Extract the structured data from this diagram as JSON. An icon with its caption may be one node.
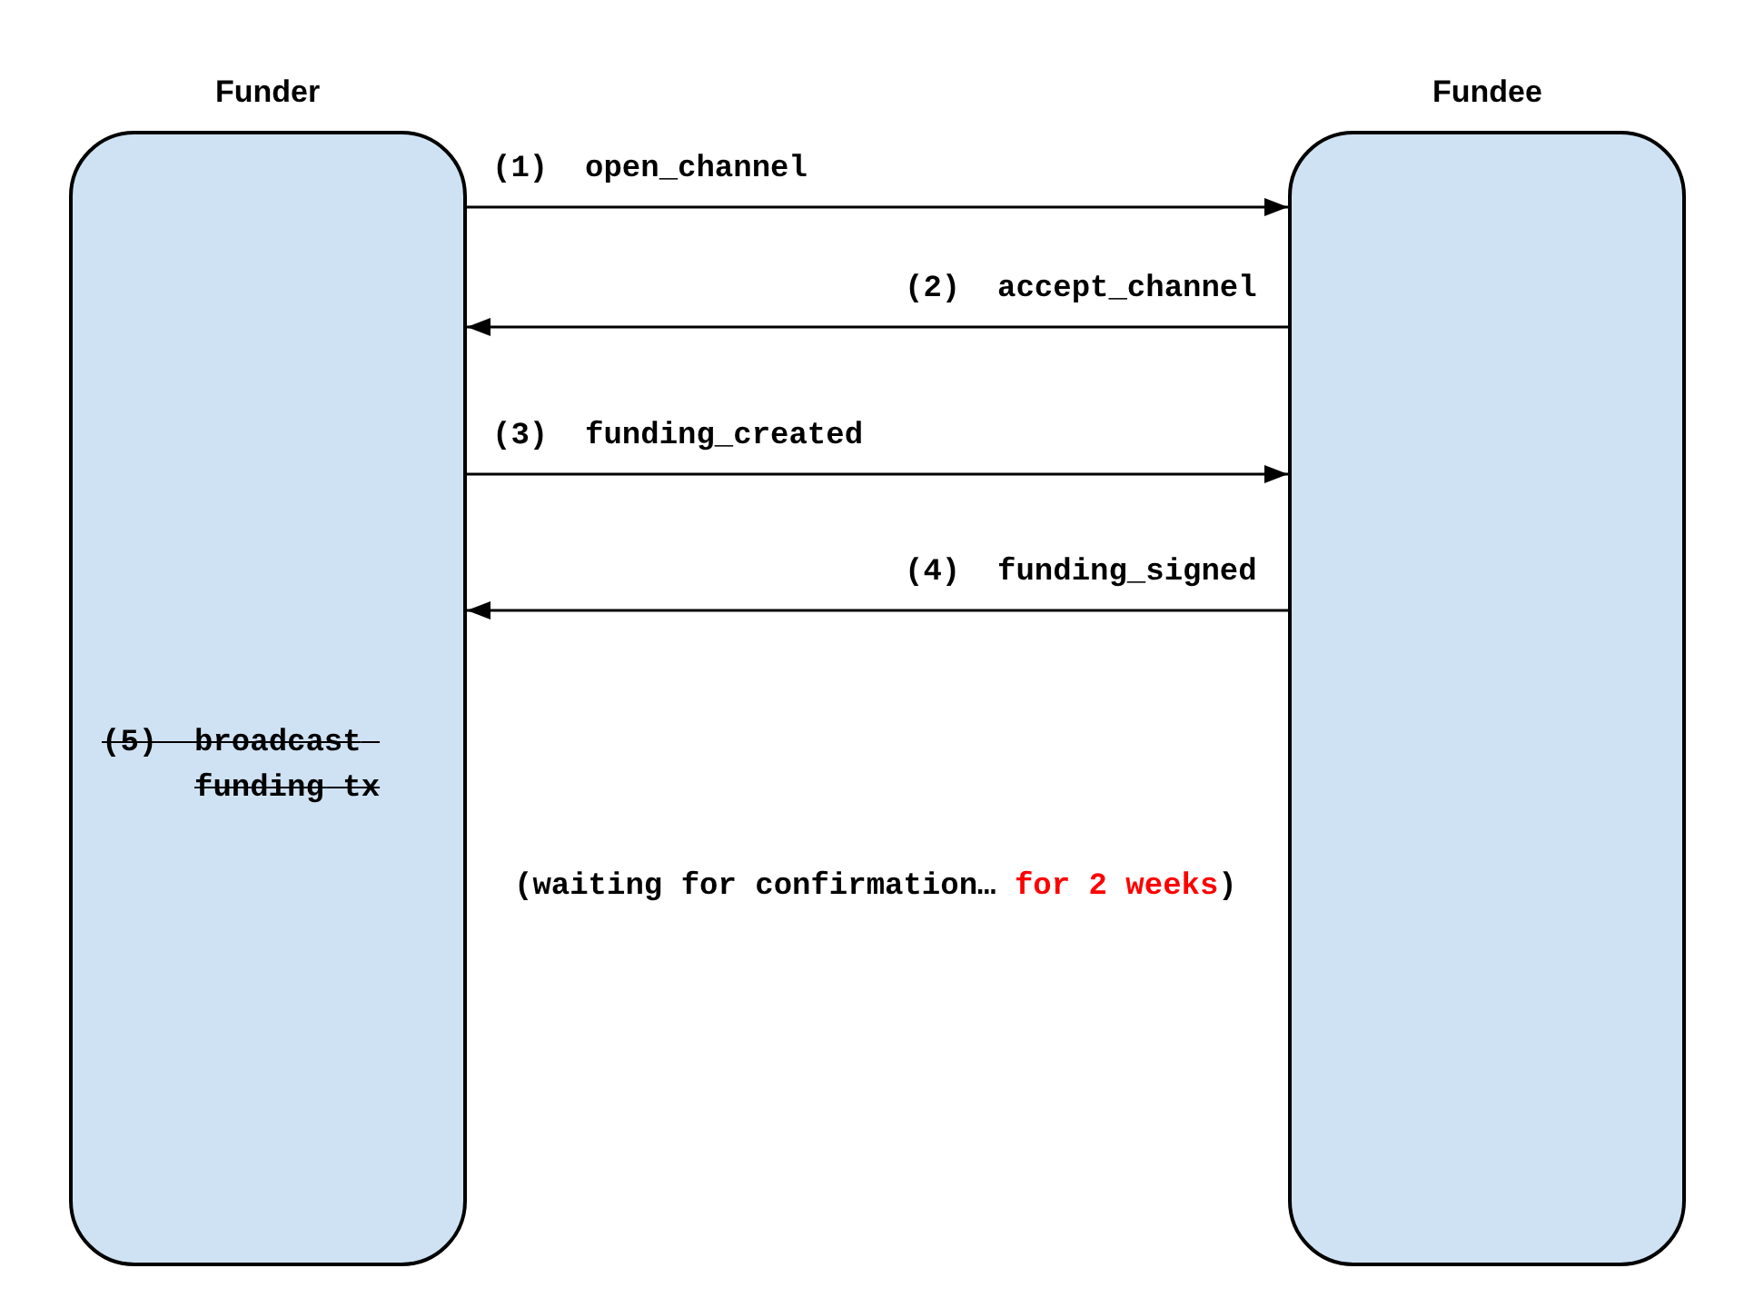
{
  "diagram": {
    "nodes": [
      {
        "text": [
          "Funder",
          "(5)  broadcast funding tx"
        ]
      },
      {
        "text": [
          "Fundee"
        ]
      }
    ],
    "edges": [
      {
        "from": 0,
        "to": 1,
        "arrow": "to",
        "label": "(1)  open_channel"
      },
      {
        "from": 1,
        "to": 0,
        "arrow": "to",
        "label": "(2)  accept_channel"
      },
      {
        "from": 0,
        "to": 1,
        "arrow": "to",
        "label": "(3)  funding_created"
      },
      {
        "from": 1,
        "to": 0,
        "arrow": "to",
        "label": "(4)  funding_signed"
      }
    ],
    "labels": [
      "(waiting for confirmation… *for 2 weeks*)"
    ]
  }
}
